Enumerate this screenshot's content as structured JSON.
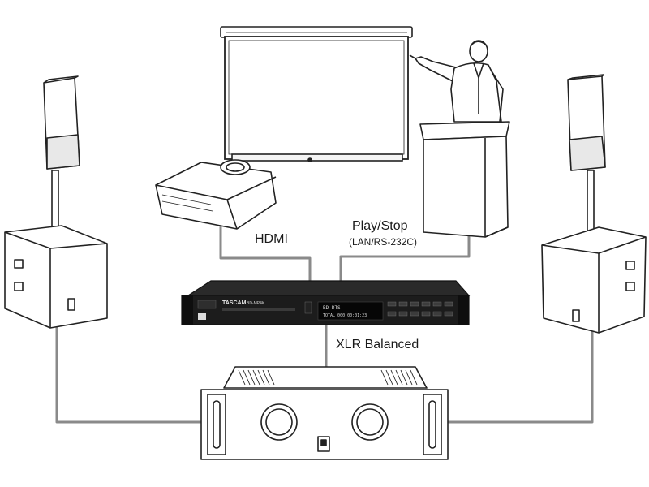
{
  "labels": {
    "hdmi": "HDMI",
    "play_stop": "Play/Stop",
    "lan_rs232c": "(LAN/RS-232C)",
    "xlr_balanced": "XLR Balanced"
  },
  "device": {
    "brand": "TASCAM",
    "model": "BD-MP4K",
    "display_line1": "BD DTS",
    "display_line2": "TOTAL 000 00:01:23"
  },
  "colors": {
    "cable": "#8a8a8a",
    "outline": "#222222",
    "panel": "#1c1c1c",
    "display_text": "#d8d8d8"
  }
}
